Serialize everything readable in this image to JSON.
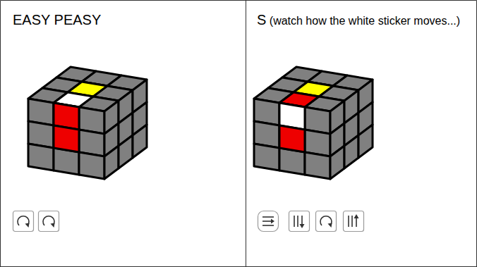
{
  "diagram": {
    "labels": [
      "EASY PEASY",
      "S",
      "(watch how the white sticker moves...)"
    ]
  }
}
